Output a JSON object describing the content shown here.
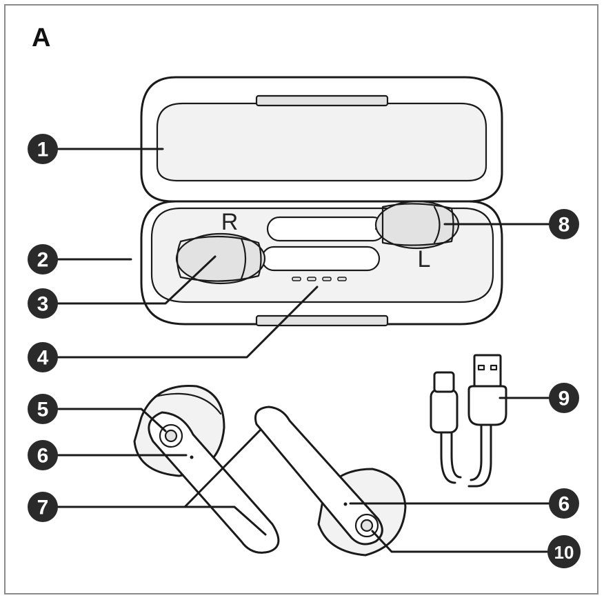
{
  "figure_label": "A",
  "side_labels": {
    "right": "R",
    "left": "L"
  },
  "callouts": [
    "1",
    "2",
    "3",
    "4",
    "5",
    "6",
    "7",
    "8",
    "9",
    "6",
    "10"
  ]
}
